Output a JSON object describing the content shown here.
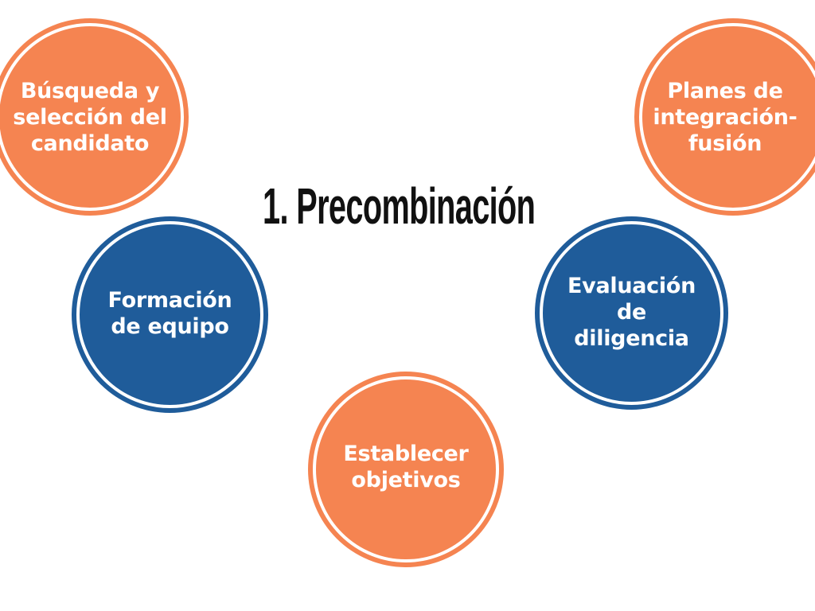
{
  "title": "1. Precombinación",
  "colors": {
    "orange": "#f58451",
    "blue": "#1f5c9a"
  },
  "nodes": [
    {
      "label": "Búsqueda y selección del candidato",
      "color": "orange"
    },
    {
      "label": "Planes de integración-fusión",
      "color": "orange"
    },
    {
      "label": "Formación de equipo",
      "color": "blue"
    },
    {
      "label": "Evaluación de diligencia",
      "color": "blue"
    },
    {
      "label": "Establecer objetivos",
      "color": "orange"
    }
  ]
}
